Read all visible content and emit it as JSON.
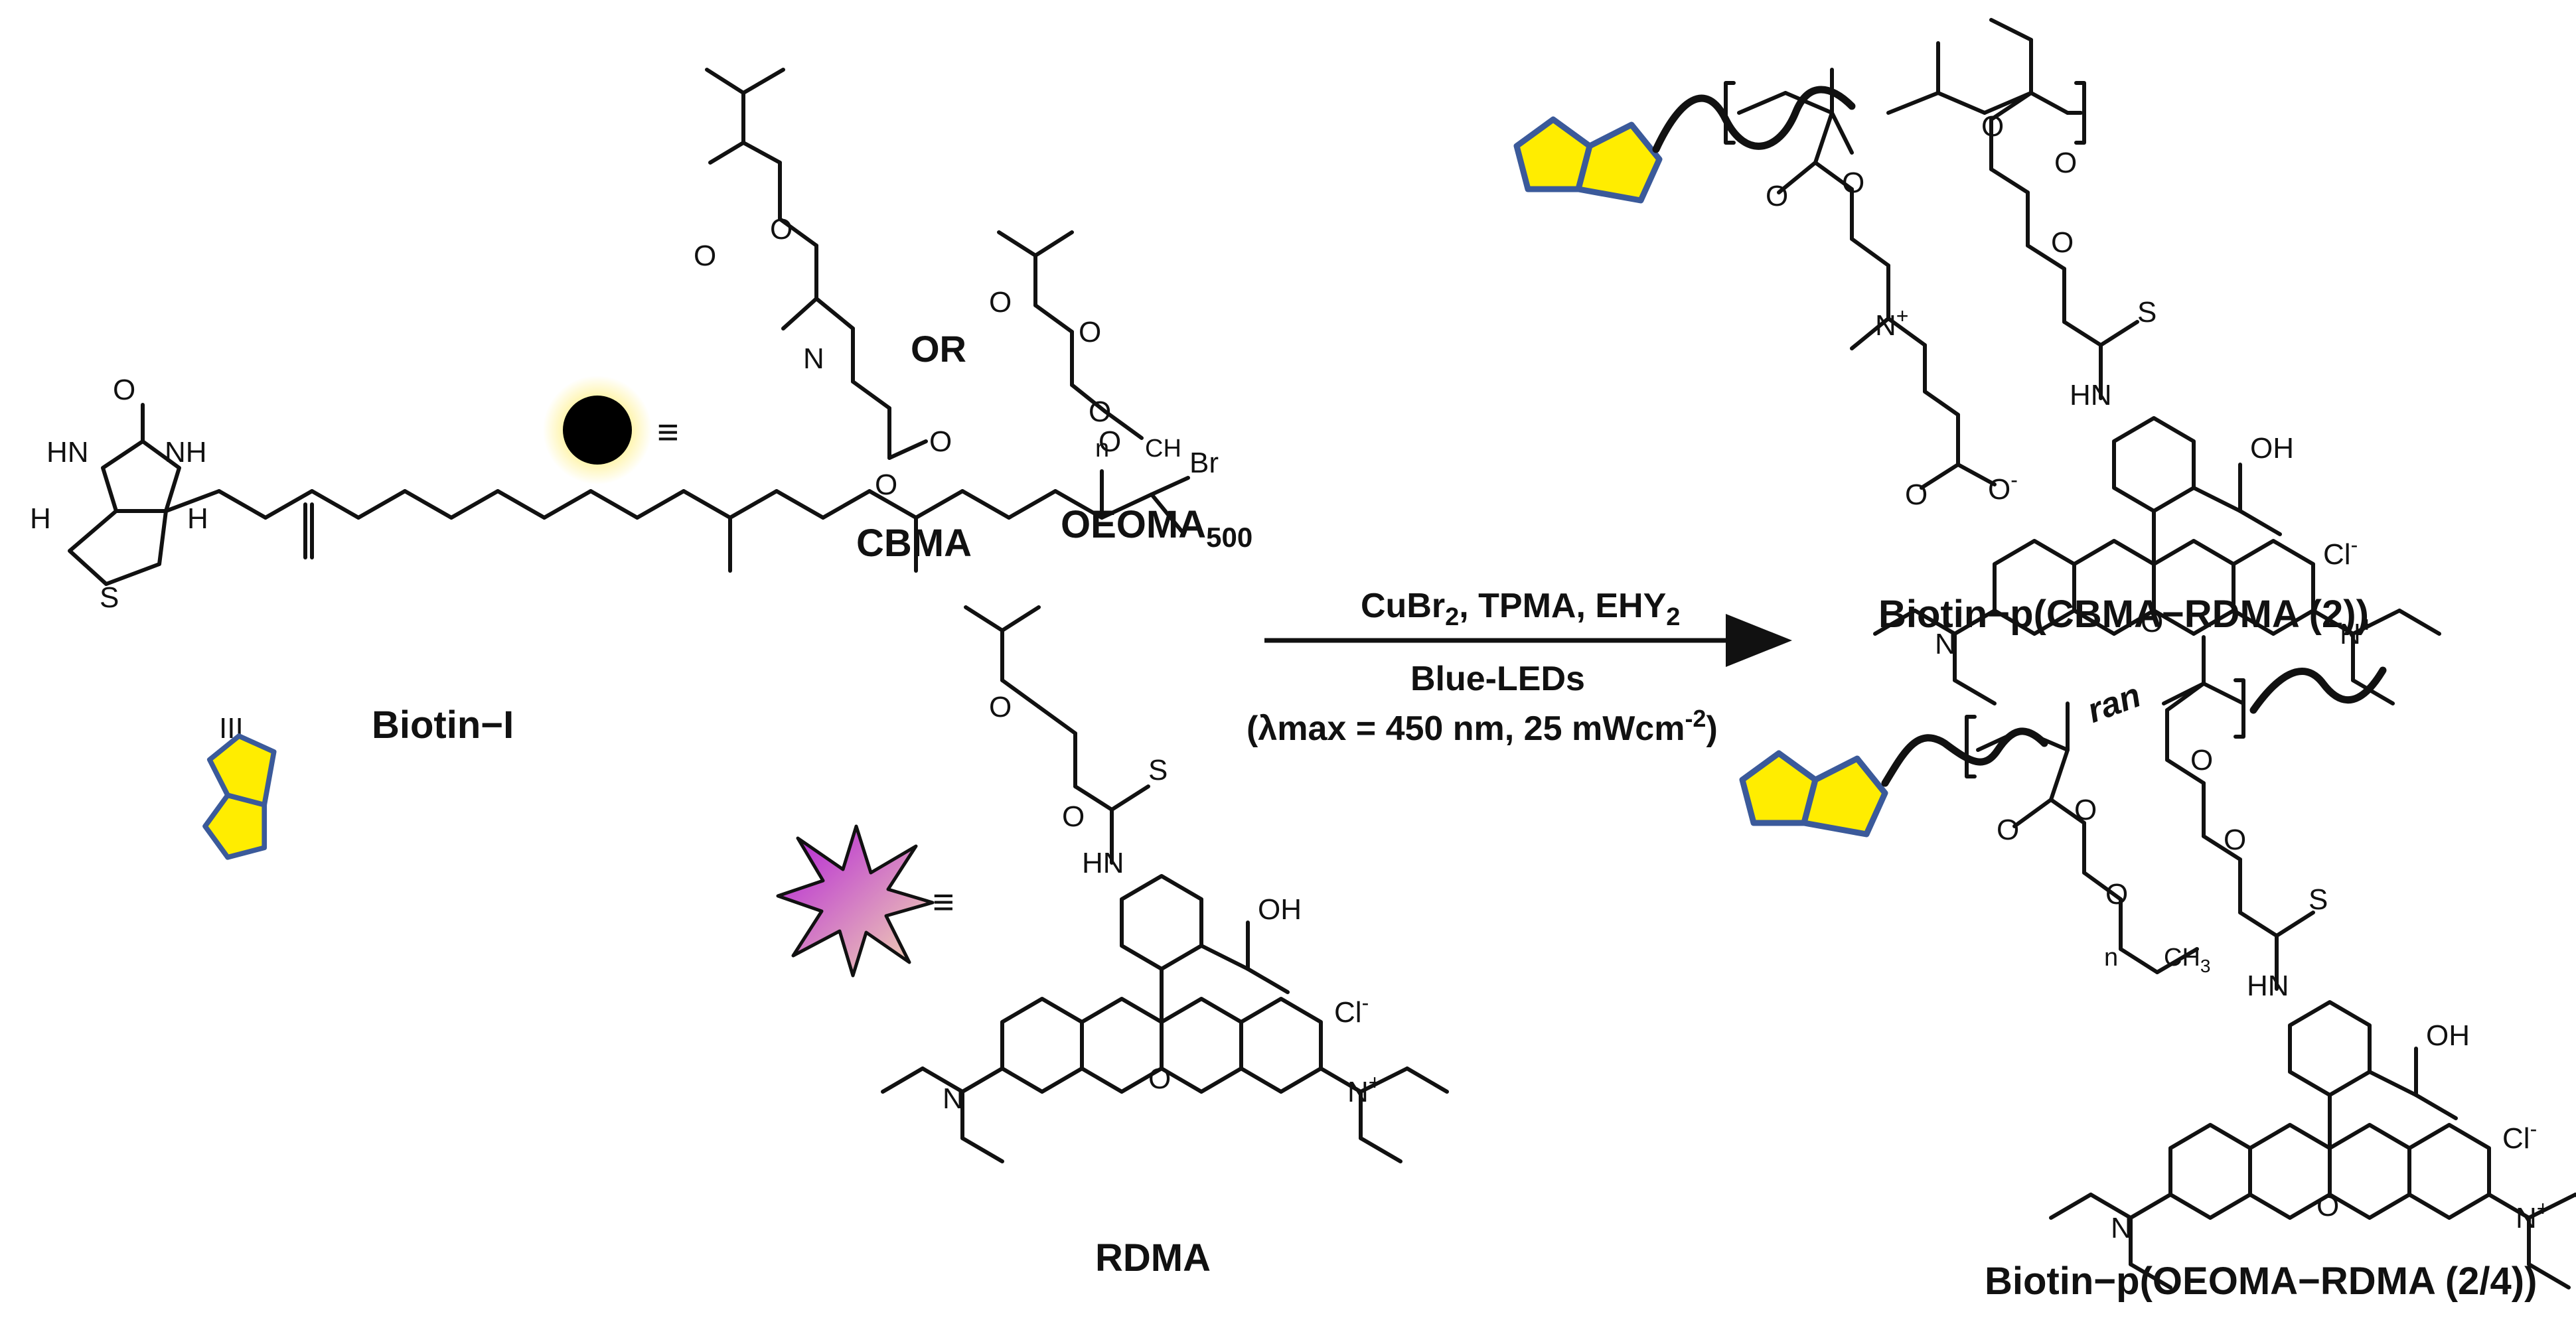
{
  "labels": {
    "biotin_i": "Biotin−I",
    "cbma": "CBMA",
    "or": "OR",
    "oeoma_main": "OEOMA",
    "oeoma_sub": "500",
    "rdma": "RDMA",
    "prod_cbma": "Biotin−p(CBMA−RDMA (2))",
    "prod_oeoma": "Biotin−p(OEOMA−RDMA (2/4))",
    "equiv_symbol": "≡",
    "triple_bar": "III"
  },
  "conditions": {
    "line1_a": "CuBr",
    "line1_b": "2",
    "line1_c": ", TPMA, EHY",
    "line1_d": "2",
    "line2": "Blue-LEDs",
    "line3_a": "(λmax = 450 nm, 25 mWcm",
    "line3_b": "-2",
    "line3_c": ")"
  },
  "atoms": {
    "o": "O",
    "oh": "OH",
    "hn": "HN",
    "nh": "NH",
    "h": "H",
    "n": "N",
    "s": "S",
    "br": "Br",
    "cl_minus": "Cl",
    "minus": "-",
    "plus": "+",
    "ch3": "CH",
    "three": "3",
    "n_sub": "n",
    "ran": "ran"
  },
  "colors": {
    "biotin_fill": "#FFED00",
    "biotin_stroke": "#3B5A9A",
    "monomer_ball": "#000000",
    "ball_glow": "#FFF3A0",
    "burst_a": "#B11BD8",
    "burst_b": "#F6E0B0"
  },
  "icons": [
    "biotin-pentagon-icon",
    "monomer-ball-icon",
    "rhodamine-burst-icon",
    "reaction-arrow-icon"
  ]
}
